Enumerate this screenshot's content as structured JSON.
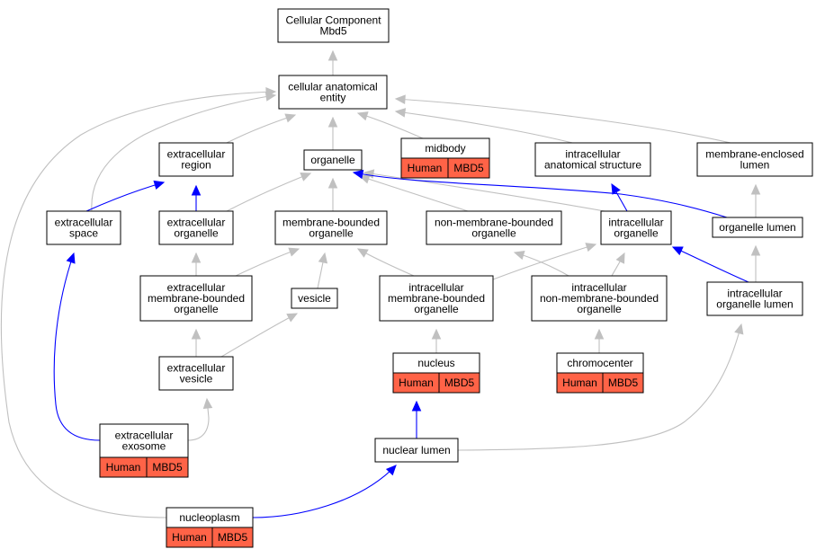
{
  "colors": {
    "gray_edge": "#c0c0c0",
    "blue_edge": "#0000ff",
    "annotation_fill": "#ff6347",
    "node_border": "#000000",
    "node_fill": "#ffffff"
  },
  "nodes": {
    "root": {
      "lines": [
        "Cellular Component",
        "Mbd5"
      ]
    },
    "cellular_anatomical_entity": {
      "lines": [
        "cellular anatomical",
        "entity"
      ]
    },
    "extracellular_region": {
      "lines": [
        "extracellular",
        "region"
      ]
    },
    "organelle": {
      "lines": [
        "organelle"
      ]
    },
    "midbody": {
      "lines": [
        "midbody"
      ],
      "annotations": [
        "Human",
        "MBD5"
      ]
    },
    "intracellular_anatomical_structure": {
      "lines": [
        "intracellular",
        "anatomical structure"
      ]
    },
    "membrane_enclosed_lumen": {
      "lines": [
        "membrane-enclosed",
        "lumen"
      ]
    },
    "extracellular_space": {
      "lines": [
        "extracellular",
        "space"
      ]
    },
    "extracellular_organelle": {
      "lines": [
        "extracellular",
        "organelle"
      ]
    },
    "membrane_bounded_organelle": {
      "lines": [
        "membrane-bounded",
        "organelle"
      ]
    },
    "non_membrane_bounded_organelle": {
      "lines": [
        "non-membrane-bounded",
        "organelle"
      ]
    },
    "intracellular_organelle": {
      "lines": [
        "intracellular",
        "organelle"
      ]
    },
    "organelle_lumen": {
      "lines": [
        "organelle lumen"
      ]
    },
    "extracellular_membrane_bounded_organelle": {
      "lines": [
        "extracellular",
        "membrane-bounded",
        "organelle"
      ]
    },
    "vesicle": {
      "lines": [
        "vesicle"
      ]
    },
    "intracellular_membrane_bounded_organelle": {
      "lines": [
        "intracellular",
        "membrane-bounded",
        "organelle"
      ]
    },
    "intracellular_non_membrane_bounded_organelle": {
      "lines": [
        "intracellular",
        "non-membrane-bounded",
        "organelle"
      ]
    },
    "intracellular_organelle_lumen": {
      "lines": [
        "intracellular",
        "organelle lumen"
      ]
    },
    "extracellular_vesicle": {
      "lines": [
        "extracellular",
        "vesicle"
      ]
    },
    "nucleus": {
      "lines": [
        "nucleus"
      ],
      "annotations": [
        "Human",
        "MBD5"
      ]
    },
    "chromocenter": {
      "lines": [
        "chromocenter"
      ],
      "annotations": [
        "Human",
        "MBD5"
      ]
    },
    "extracellular_exosome": {
      "lines": [
        "extracellular",
        "exosome"
      ],
      "annotations": [
        "Human",
        "MBD5"
      ]
    },
    "nuclear_lumen": {
      "lines": [
        "nuclear lumen"
      ]
    },
    "nucleoplasm": {
      "lines": [
        "nucleoplasm"
      ],
      "annotations": [
        "Human",
        "MBD5"
      ]
    }
  },
  "edges": [
    {
      "from": "cellular_anatomical_entity",
      "to": "root",
      "color": "gray"
    },
    {
      "from": "extracellular_region",
      "to": "cellular_anatomical_entity",
      "color": "gray"
    },
    {
      "from": "organelle",
      "to": "cellular_anatomical_entity",
      "color": "gray"
    },
    {
      "from": "midbody",
      "to": "cellular_anatomical_entity",
      "color": "gray"
    },
    {
      "from": "intracellular_anatomical_structure",
      "to": "cellular_anatomical_entity",
      "color": "gray"
    },
    {
      "from": "membrane_enclosed_lumen",
      "to": "cellular_anatomical_entity",
      "color": "gray"
    },
    {
      "from": "extracellular_space",
      "to": "cellular_anatomical_entity",
      "color": "gray"
    },
    {
      "from": "nucleoplasm",
      "to": "cellular_anatomical_entity",
      "color": "gray"
    },
    {
      "from": "extracellular_space",
      "to": "extracellular_region",
      "color": "blue"
    },
    {
      "from": "extracellular_organelle",
      "to": "extracellular_region",
      "color": "blue"
    },
    {
      "from": "extracellular_organelle",
      "to": "organelle",
      "color": "gray"
    },
    {
      "from": "membrane_bounded_organelle",
      "to": "organelle",
      "color": "gray"
    },
    {
      "from": "non_membrane_bounded_organelle",
      "to": "organelle",
      "color": "gray"
    },
    {
      "from": "intracellular_organelle",
      "to": "organelle",
      "color": "gray"
    },
    {
      "from": "organelle_lumen",
      "to": "organelle",
      "color": "blue"
    },
    {
      "from": "intracellular_organelle",
      "to": "intracellular_anatomical_structure",
      "color": "blue"
    },
    {
      "from": "organelle_lumen",
      "to": "membrane_enclosed_lumen",
      "color": "gray"
    },
    {
      "from": "extracellular_membrane_bounded_organelle",
      "to": "extracellular_organelle",
      "color": "gray"
    },
    {
      "from": "extracellular_membrane_bounded_organelle",
      "to": "membrane_bounded_organelle",
      "color": "gray"
    },
    {
      "from": "vesicle",
      "to": "membrane_bounded_organelle",
      "color": "gray"
    },
    {
      "from": "intracellular_membrane_bounded_organelle",
      "to": "membrane_bounded_organelle",
      "color": "gray"
    },
    {
      "from": "intracellular_non_membrane_bounded_organelle",
      "to": "non_membrane_bounded_organelle",
      "color": "gray"
    },
    {
      "from": "intracellular_membrane_bounded_organelle",
      "to": "intracellular_organelle",
      "color": "gray"
    },
    {
      "from": "intracellular_non_membrane_bounded_organelle",
      "to": "intracellular_organelle",
      "color": "gray"
    },
    {
      "from": "intracellular_organelle_lumen",
      "to": "intracellular_organelle",
      "color": "blue"
    },
    {
      "from": "intracellular_organelle_lumen",
      "to": "organelle_lumen",
      "color": "gray"
    },
    {
      "from": "extracellular_vesicle",
      "to": "extracellular_membrane_bounded_organelle",
      "color": "gray"
    },
    {
      "from": "extracellular_vesicle",
      "to": "vesicle",
      "color": "gray"
    },
    {
      "from": "nucleus",
      "to": "intracellular_membrane_bounded_organelle",
      "color": "gray"
    },
    {
      "from": "chromocenter",
      "to": "intracellular_non_membrane_bounded_organelle",
      "color": "gray"
    },
    {
      "from": "nuclear_lumen",
      "to": "intracellular_organelle_lumen",
      "color": "gray"
    },
    {
      "from": "extracellular_exosome",
      "to": "extracellular_space",
      "color": "blue"
    },
    {
      "from": "extracellular_exosome",
      "to": "extracellular_vesicle",
      "color": "gray"
    },
    {
      "from": "nuclear_lumen",
      "to": "nucleus",
      "color": "blue"
    },
    {
      "from": "nucleoplasm",
      "to": "nuclear_lumen",
      "color": "blue"
    }
  ]
}
